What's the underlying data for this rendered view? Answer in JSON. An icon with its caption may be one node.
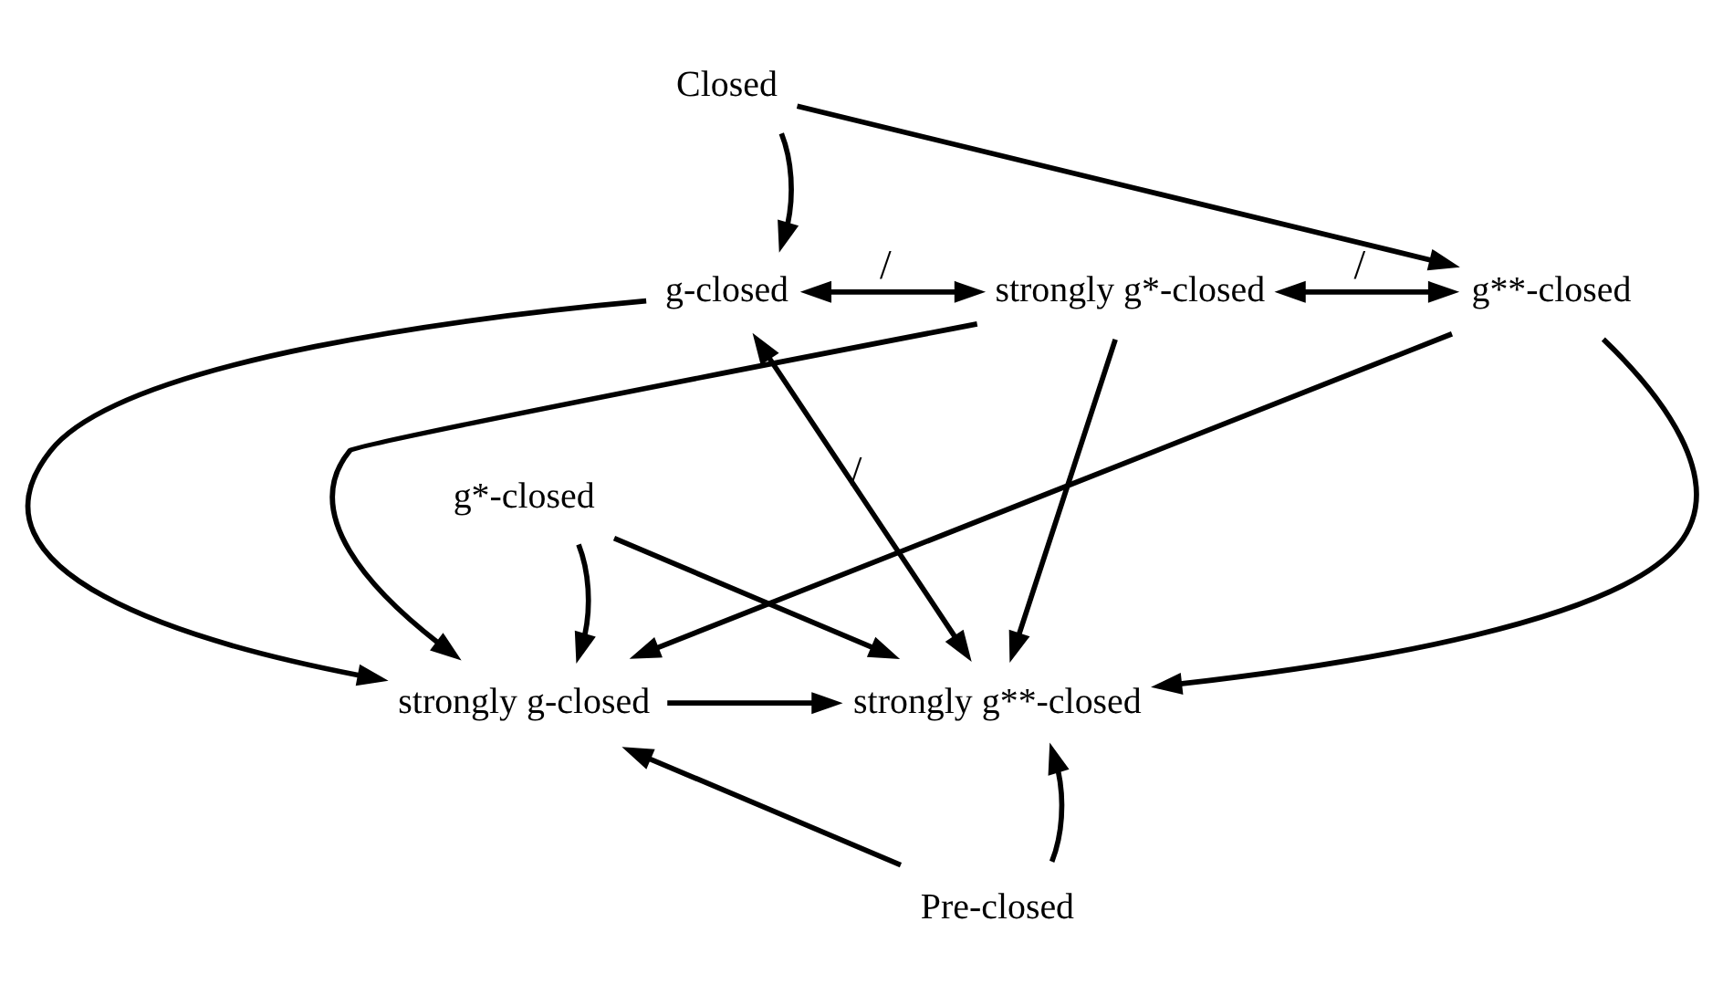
{
  "diagram": {
    "nodes": [
      {
        "text": [
          "Closed"
        ]
      },
      {
        "text": [
          "g-closed"
        ]
      },
      {
        "text": [
          "strongly g*-closed"
        ]
      },
      {
        "text": [
          "g**-closed"
        ]
      },
      {
        "text": [
          "g*-closed"
        ]
      },
      {
        "text": [
          "strongly g-closed"
        ]
      },
      {
        "text": [
          "strongly g**-closed"
        ]
      },
      {
        "text": [
          "Pre-closed"
        ]
      }
    ],
    "edges": [
      {
        "from": 0,
        "to": 1,
        "arrow": "to"
      },
      {
        "from": 0,
        "to": 3,
        "arrow": "to"
      },
      {
        "from": 1,
        "to": 2,
        "arrow": "both",
        "label": "/"
      },
      {
        "from": 2,
        "to": 3,
        "arrow": "both",
        "label": "/"
      },
      {
        "from": 1,
        "to": 5,
        "arrow": "to"
      },
      {
        "from": 3,
        "to": 6,
        "arrow": "to"
      },
      {
        "from": 2,
        "to": 5,
        "arrow": "to"
      },
      {
        "from": 2,
        "to": 6,
        "arrow": "to"
      },
      {
        "from": 4,
        "to": 5,
        "arrow": "to"
      },
      {
        "from": 4,
        "to": 6,
        "arrow": "to"
      },
      {
        "from": 5,
        "to": 6,
        "arrow": "to"
      },
      {
        "from": 7,
        "to": 5,
        "arrow": "to"
      },
      {
        "from": 7,
        "to": 6,
        "arrow": "to"
      },
      {
        "from": 3,
        "to": 5,
        "arrow": "to"
      },
      {
        "from": 1,
        "to": 6,
        "arrow": "both",
        "label": "/"
      }
    ]
  }
}
